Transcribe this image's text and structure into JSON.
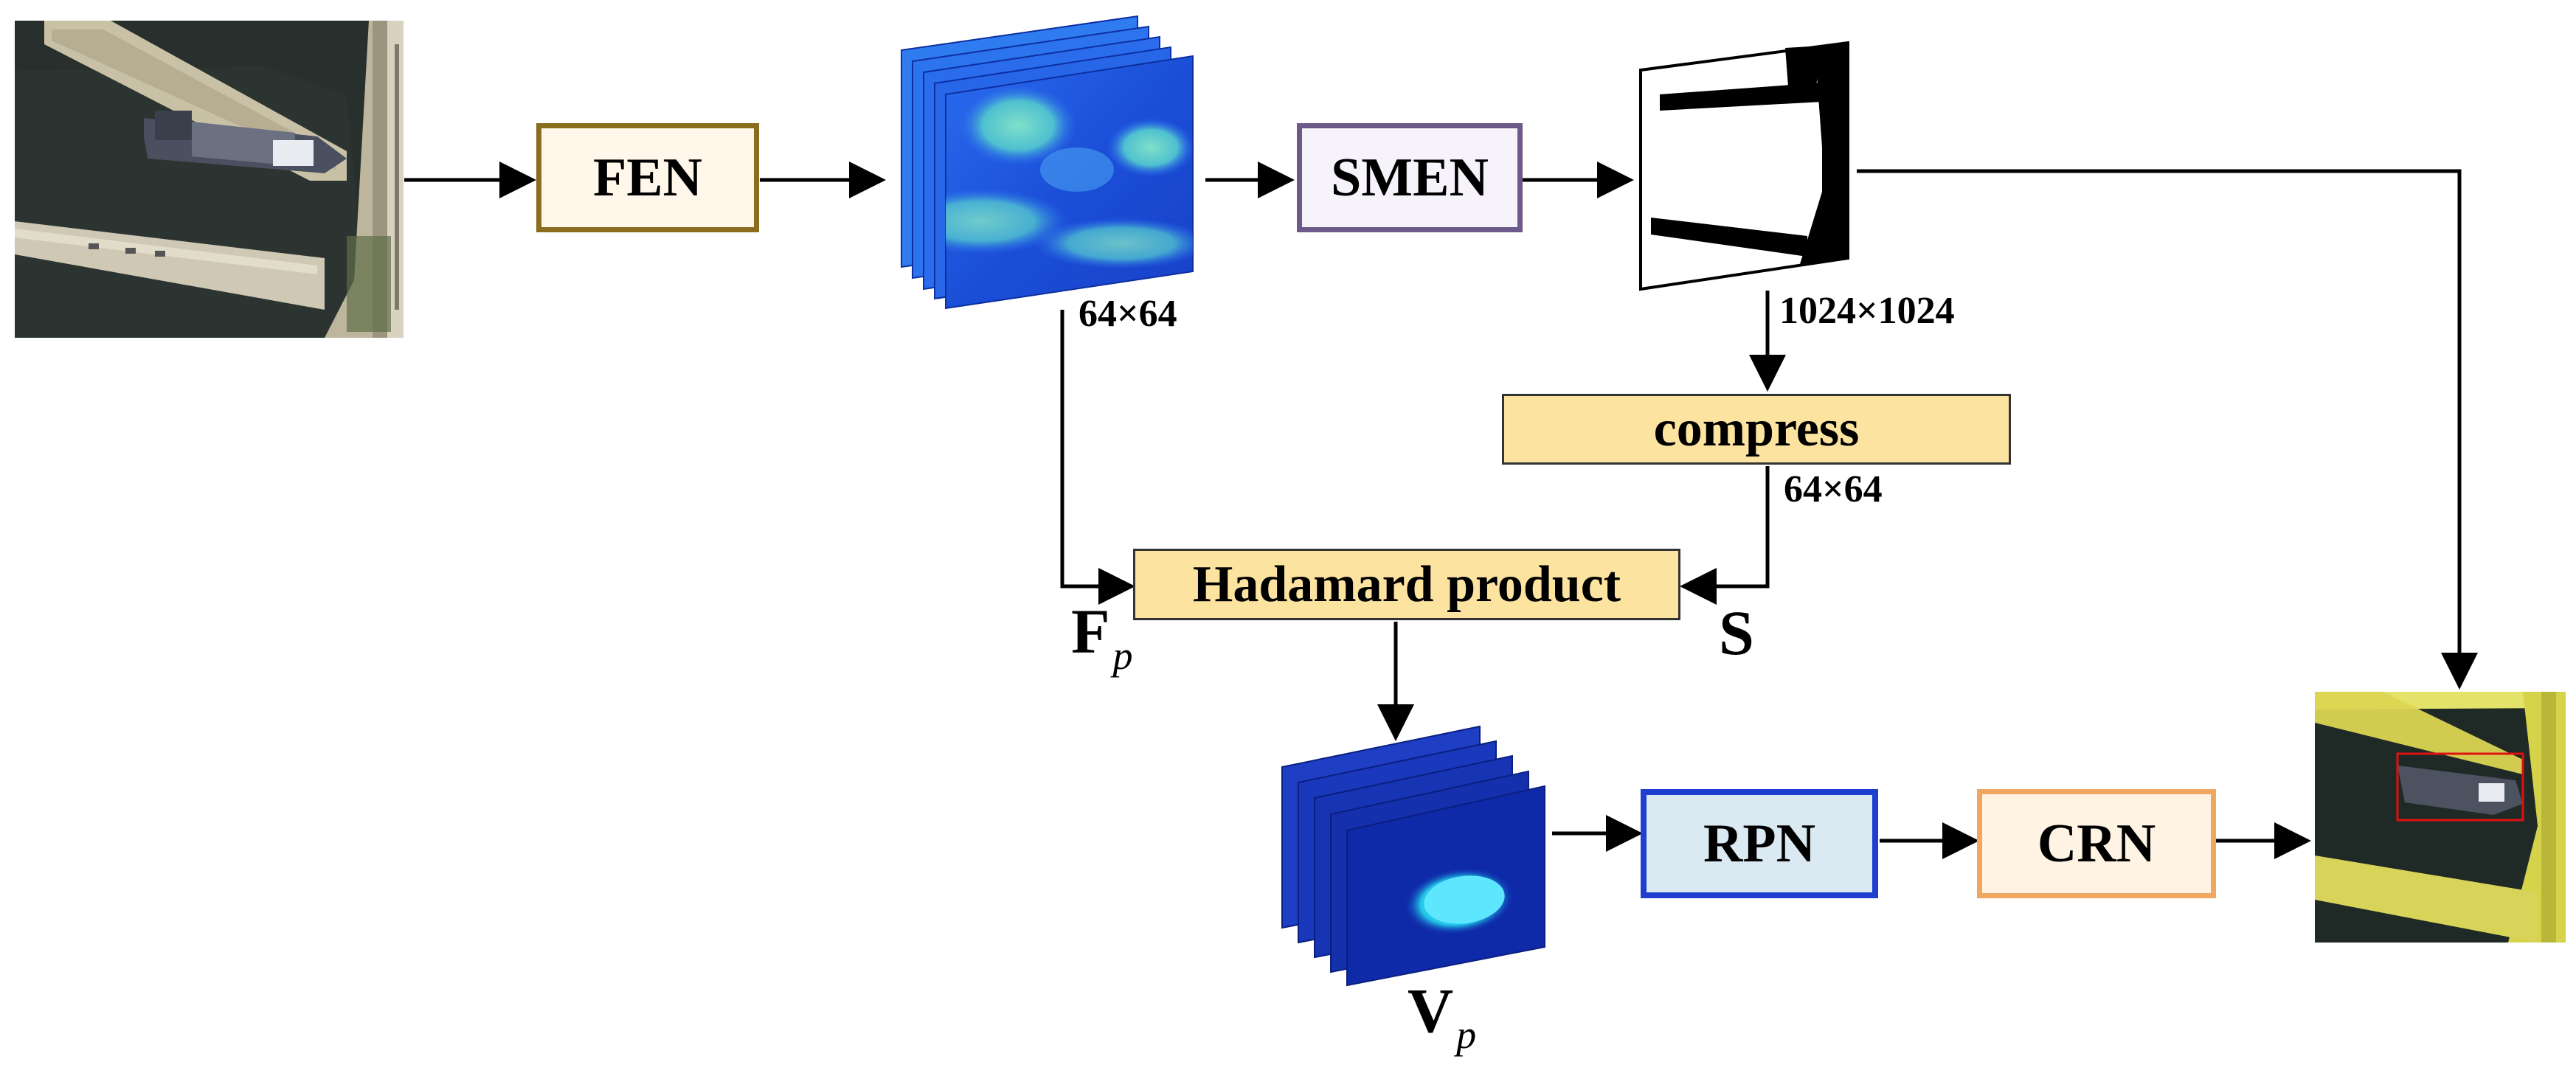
{
  "modules": {
    "fen": "FEN",
    "smen": "SMEN",
    "compress": "compress",
    "hadamard": "Hadamard product",
    "rpn": "RPN",
    "crn": "CRN"
  },
  "dims": {
    "feature": "64×64",
    "mask": "1024×1024",
    "compressed": "64×64"
  },
  "symbols": {
    "fp_main": "F",
    "fp_sub": "p",
    "s": "S",
    "vp_main": "V",
    "vp_sub": "p"
  },
  "colors": {
    "fen_border": "#8a6d1f",
    "fen_fill": "#fff7ea",
    "smen_border": "#6e5a8a",
    "smen_fill": "#f7f3fb",
    "yellow_fill": "#fde3a0",
    "rpn_border": "#1f3fd1",
    "rpn_fill": "#dbe9f2",
    "crn_border": "#f0a860",
    "crn_fill": "#fff4e4"
  }
}
